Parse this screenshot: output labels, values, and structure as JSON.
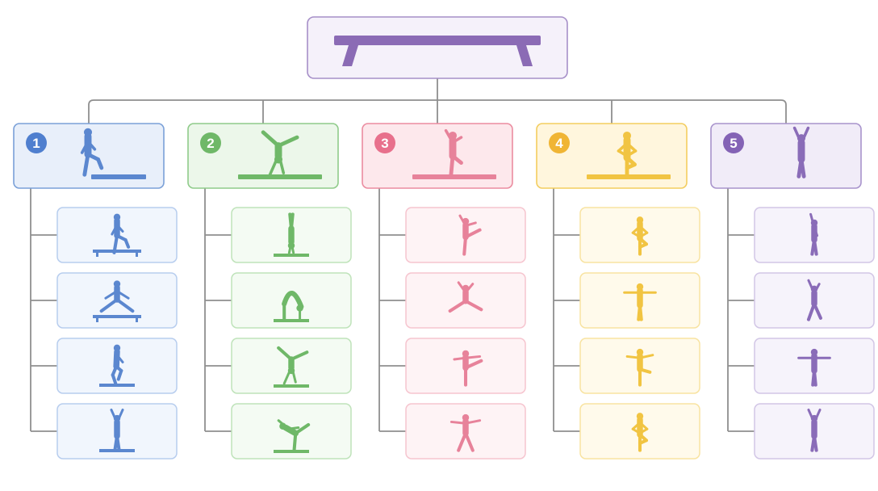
{
  "root": {
    "icon": "balance-beam-icon"
  },
  "columns": [
    {
      "number": "1",
      "theme": {
        "border": "#7aa0d8",
        "fill": "#e8effa",
        "childBorder": "#b7cdee",
        "childFill": "#f1f6fd",
        "figure": "#5b87cf",
        "badge": "#4f7fcf"
      },
      "header": {
        "icon": "gymnast-step-up-icon",
        "pose": "stepup"
      },
      "children": [
        {
          "icon": "beam-mount-icon",
          "pose": "stepup"
        },
        {
          "icon": "beam-straddle-icon",
          "pose": "straddle"
        },
        {
          "icon": "beam-squat-icon",
          "pose": "squat"
        },
        {
          "icon": "beam-arms-up-icon",
          "pose": "armsup"
        }
      ]
    },
    {
      "number": "2",
      "theme": {
        "border": "#8fcb8a",
        "fill": "#ecf7ea",
        "childBorder": "#bfe3ba",
        "childFill": "#f4fbf3",
        "figure": "#6fb868",
        "badge": "#6fb868"
      },
      "header": {
        "icon": "cartwheel-icon",
        "pose": "cartwheel"
      },
      "children": [
        {
          "icon": "handstand-icon",
          "pose": "handstand"
        },
        {
          "icon": "backbend-icon",
          "pose": "backbend"
        },
        {
          "icon": "cartwheel-icon",
          "pose": "cartwheel"
        },
        {
          "icon": "scale-icon",
          "pose": "scale"
        }
      ]
    },
    {
      "number": "3",
      "theme": {
        "border": "#eb8ca0",
        "fill": "#fde8ec",
        "childBorder": "#f6c5cf",
        "childFill": "#fef3f5",
        "figure": "#e7829a",
        "badge": "#e8708c"
      },
      "header": {
        "icon": "dance-pose-icon",
        "pose": "dance"
      },
      "children": [
        {
          "icon": "leap-icon",
          "pose": "leap"
        },
        {
          "icon": "split-jump-icon",
          "pose": "splitjump"
        },
        {
          "icon": "arabesque-icon",
          "pose": "arabesque"
        },
        {
          "icon": "star-pose-icon",
          "pose": "star"
        }
      ]
    },
    {
      "number": "4",
      "theme": {
        "border": "#f3cd5f",
        "fill": "#fff6dd",
        "childBorder": "#f8e3a1",
        "childFill": "#fffaeb",
        "figure": "#f1c442",
        "badge": "#f0b534"
      },
      "header": {
        "icon": "passe-balance-icon",
        "pose": "passe"
      },
      "children": [
        {
          "icon": "passe-balance-icon",
          "pose": "passe"
        },
        {
          "icon": "arms-out-stand-icon",
          "pose": "tstand"
        },
        {
          "icon": "leg-lift-icon",
          "pose": "leglift"
        },
        {
          "icon": "passe-balance-icon",
          "pose": "passe"
        }
      ]
    },
    {
      "number": "5",
      "theme": {
        "border": "#a893cc",
        "fill": "#f1ecf8",
        "childBorder": "#d2c6e6",
        "childFill": "#f6f3fb",
        "figure": "#8a6cb8",
        "badge": "#8463b5"
      },
      "header": {
        "icon": "salute-icon",
        "pose": "armsup"
      },
      "children": [
        {
          "icon": "arm-raise-icon",
          "pose": "onearm"
        },
        {
          "icon": "step-salute-icon",
          "pose": "stepsalute"
        },
        {
          "icon": "arms-out-stand-icon",
          "pose": "tstand"
        },
        {
          "icon": "salute-icon",
          "pose": "armsup"
        }
      ]
    }
  ]
}
